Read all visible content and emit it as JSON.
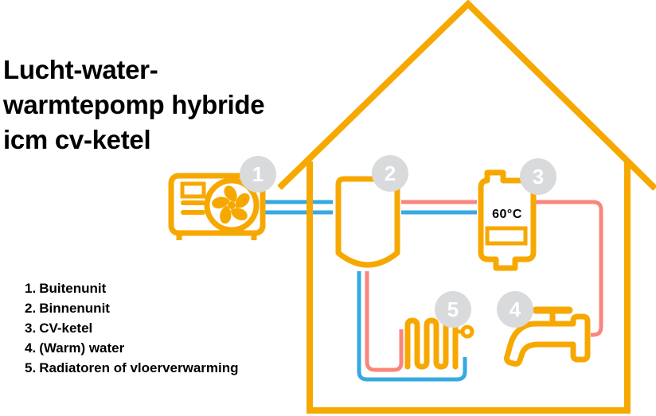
{
  "title": {
    "lines": [
      "Lucht-water-",
      "warmtepomp hybride",
      "icm cv-ketel"
    ]
  },
  "legend": {
    "items": [
      {
        "num": "1.",
        "label": "Buitenunit"
      },
      {
        "num": "2.",
        "label": "Binnenunit"
      },
      {
        "num": "3.",
        "label": "CV-ketel"
      },
      {
        "num": "4.",
        "label": "(Warm) water"
      },
      {
        "num": "5.",
        "label": "Radiatoren of vloerverwarming"
      }
    ]
  },
  "badges": {
    "b1": "1",
    "b2": "2",
    "b3": "3",
    "b4": "4",
    "b5": "5"
  },
  "boiler": {
    "temp_label": "60°C"
  },
  "icons": {
    "house": "house-outline-icon",
    "outdoor_unit": "heat-pump-outdoor-unit-icon",
    "fan": "fan-icon",
    "indoor_unit": "indoor-unit-tank-icon",
    "cv_ketel": "cv-boiler-icon",
    "radiator": "radiator-icon",
    "faucet": "faucet-icon"
  },
  "colors": {
    "accent_yellow": "#F7A800",
    "pipe_blue": "#36A9E1",
    "pipe_red": "#F9867D",
    "badge_gray": "#D9DADC",
    "text_black": "#000000",
    "badge_number_white": "#FFFFFF"
  }
}
